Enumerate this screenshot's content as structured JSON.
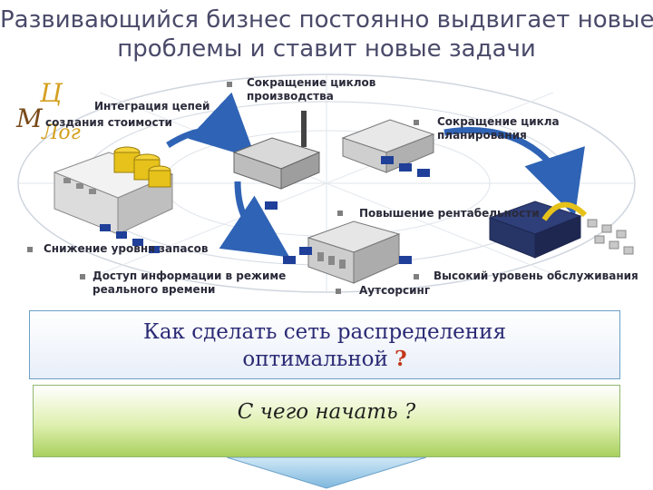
{
  "title": {
    "line1": "Развивающийся бизнес постоянно выдвигает новые",
    "line2": "проблемы и ставит новые задачи"
  },
  "logo": {
    "letters": [
      "Ц",
      "М",
      "Лог"
    ]
  },
  "labels": {
    "integration_line1": "Интеграция цепей",
    "integration_line2": "создания стоимости",
    "cycle_reduction_line1": "Сокращение циклов",
    "cycle_reduction_line2": "производства",
    "planning_line1": "Сокращение цикла",
    "planning_line2": "планирования",
    "profitability": "Повышение рентабельности",
    "inventory": "Снижение уровня запасов",
    "realtime_line1": "Доступ информации в режиме",
    "realtime_line2": "реального времени",
    "outsourcing": "Аутсорсинг",
    "service": "Высокий уровень обслуживания"
  },
  "question_box": {
    "line1": "Как сделать сеть распределения",
    "line2": "оптимальной",
    "mark": "?"
  },
  "start_box": {
    "text": "С чего начать ?"
  },
  "colors": {
    "title": "#4a4a6a",
    "question_text": "#2b2a75",
    "question_mark": "#c23a1a",
    "arrow": "#2f63b5",
    "truck": "#1f3f99",
    "tank": "#e6c21a"
  }
}
